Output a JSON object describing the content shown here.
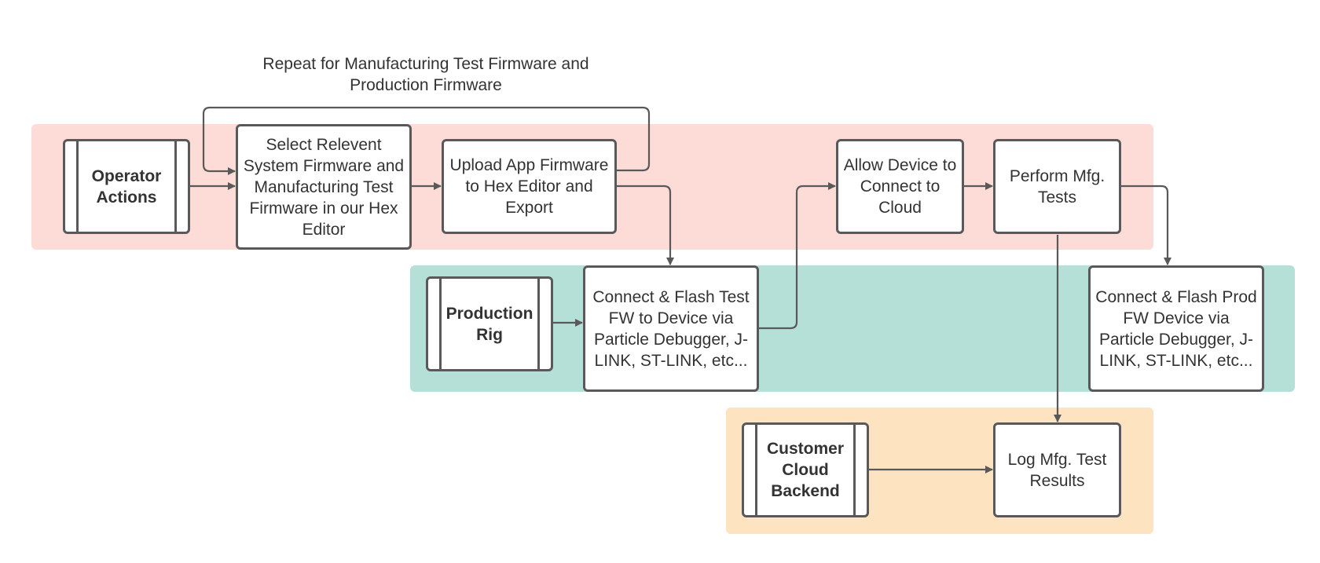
{
  "annotation": "Repeat for Manufacturing Test Firmware and Production Firmware",
  "lanes": {
    "operator": {
      "color": "#fddcd8"
    },
    "rig": {
      "color": "#b5e0d8"
    },
    "cloud": {
      "color": "#fde3c0"
    }
  },
  "nodes": {
    "operator_actions": "Operator Actions",
    "select_firmware": "Select Relevent System Firmware and Manufacturing Test Firmware in our Hex Editor",
    "upload_app": "Upload App Firmware to Hex Editor and Export",
    "allow_device": "Allow Device to Connect to Cloud",
    "perform_tests": "Perform Mfg. Tests",
    "production_rig": "Production Rig",
    "flash_test_fw": "Connect & Flash Test FW to Device via Particle Debugger, J-LINK, ST-LINK, etc...",
    "flash_prod_fw": "Connect & Flash Prod FW Device via Particle Debugger, J-LINK, ST-LINK, etc...",
    "customer_cloud": "Customer Cloud Backend",
    "log_results": "Log Mfg. Test Results"
  },
  "colors": {
    "line": "#595959",
    "text": "#333333",
    "border": "#595959"
  }
}
